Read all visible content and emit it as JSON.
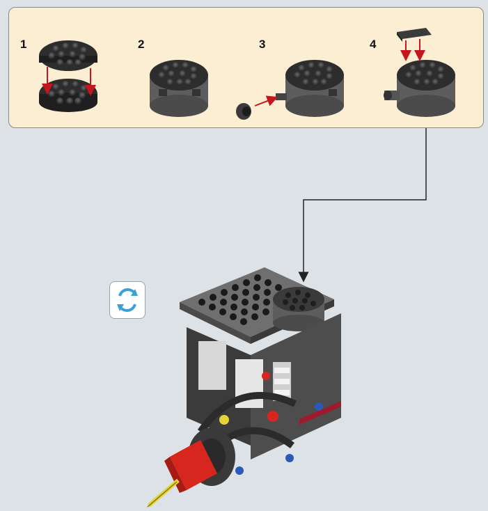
{
  "subassembly": {
    "steps": [
      {
        "number": "1"
      },
      {
        "number": "2"
      },
      {
        "number": "3"
      },
      {
        "number": "4"
      }
    ]
  },
  "icons": {
    "rotate": "rotate-model-icon"
  },
  "colors": {
    "page_bg": "#dde2e6",
    "panel_bg": "#fbeed3",
    "arrow_red": "#c4161c",
    "brick_dark": "#3a3a3a",
    "brick_gray": "#5d5d5d",
    "accent_red": "#d7261e",
    "accent_yellow": "#e6d33a",
    "rotate_blue": "#3aa0d8"
  }
}
